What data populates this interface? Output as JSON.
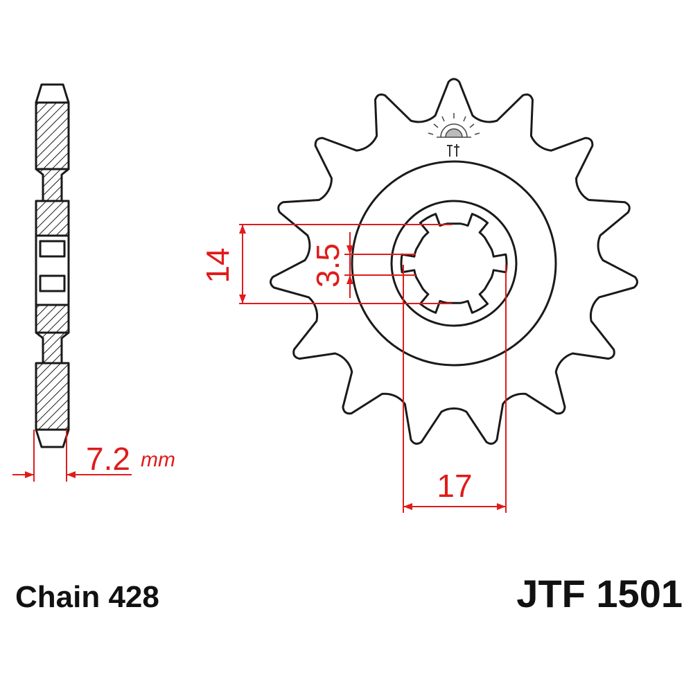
{
  "colors": {
    "outline": "#1a1a1a",
    "dimension": "#e01b1b",
    "fill": "#ffffff"
  },
  "sprocket": {
    "teeth": 15
  },
  "dimensions": {
    "thickness_value": "7.2",
    "thickness_unit": "mm",
    "spline_height": "14",
    "spline_width": "3.5",
    "bore_diameter": "17"
  },
  "labels": {
    "chain": "Chain 428",
    "part_number": "JTF 1501"
  },
  "icons": {
    "logo": "jt-sunrise-logo-icon"
  }
}
